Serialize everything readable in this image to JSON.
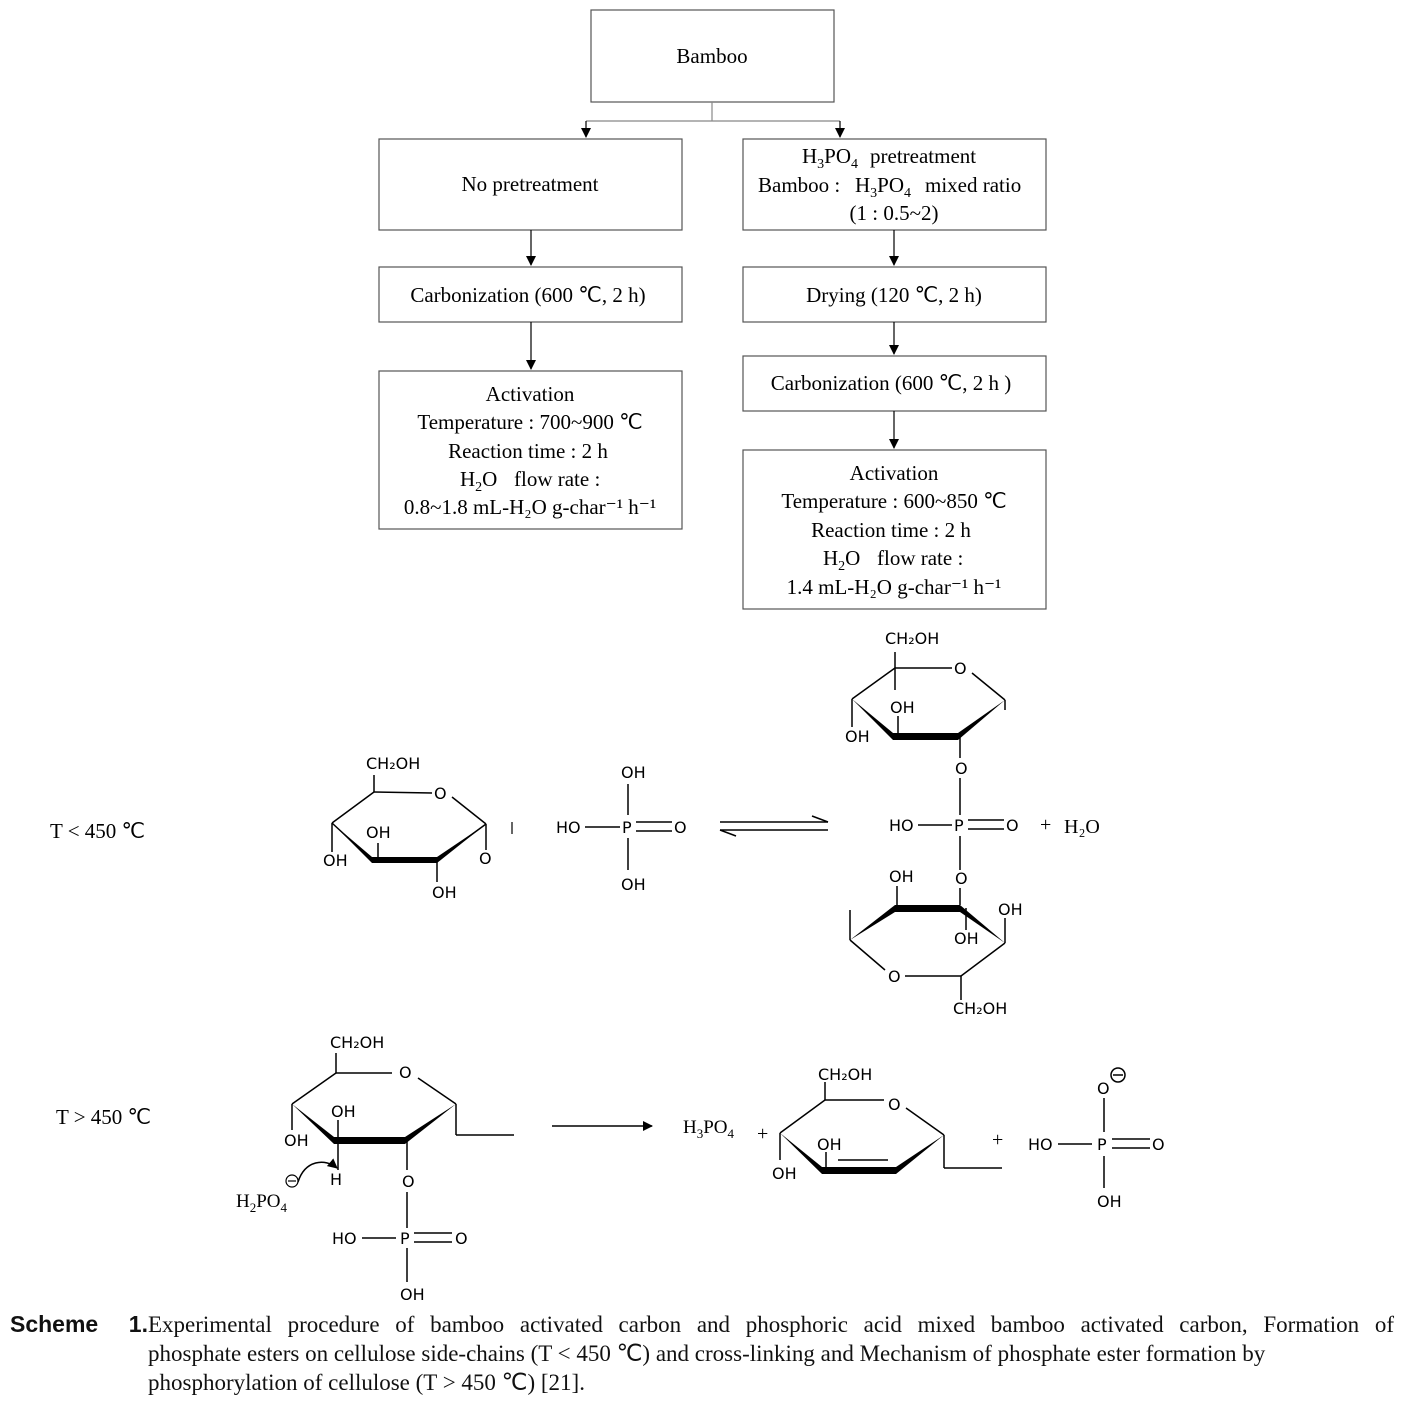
{
  "flow": {
    "root": "Bamboo",
    "left": {
      "step1": "No pretreatment",
      "step2": "Carbonization (600 ℃, 2 h)",
      "activation": {
        "title": "Activation",
        "temperature": "Temperature : 700~900 ℃",
        "time": "Reaction time : 2 h",
        "flow_label": "flow rate :",
        "flow_value": "0.8~1.8 mL-H₂O g-char⁻¹ h⁻¹"
      }
    },
    "right": {
      "step1_line1": "pretreatment",
      "step1_line2": "mixed ratio",
      "step1_line2_prefix": "Bamboo :",
      "step1_line3": "(1 : 0.5~2)",
      "step2": "Drying (120 ℃, 2 h)",
      "step3": "Carbonization (600 ℃, 2 h )",
      "activation": {
        "title": "Activation",
        "temperature": "Temperature : 600~850 ℃",
        "time": "Reaction time : 2 h",
        "flow_label": "flow rate :",
        "flow_value": "1.4  mL-H₂O g-char⁻¹ h⁻¹"
      }
    }
  },
  "reactions": {
    "low_temp": "T < 450 ℃",
    "high_temp": "T > 450 ℃",
    "labels": {
      "ch2oh": "CH₂OH",
      "oh": "OH",
      "o": "O",
      "ho": "HO",
      "p": "P",
      "h": "H",
      "plus": "+",
      "water": "H₂O",
      "h3po4": "H₃PO₄",
      "h2po4": "H₂PO₄"
    }
  },
  "caption": {
    "label": "Scheme 1.",
    "line1": "Experimental procedure of bamboo activated carbon and phosphoric acid mixed bamboo activated carbon, Formation of",
    "line2": "phosphate esters on cellulose side-chains (T < 450 ℃) and cross-linking and Mechanism of phosphate ester formation by",
    "line3": "phosphorylation of cellulose (T > 450 ℃) [21]."
  }
}
